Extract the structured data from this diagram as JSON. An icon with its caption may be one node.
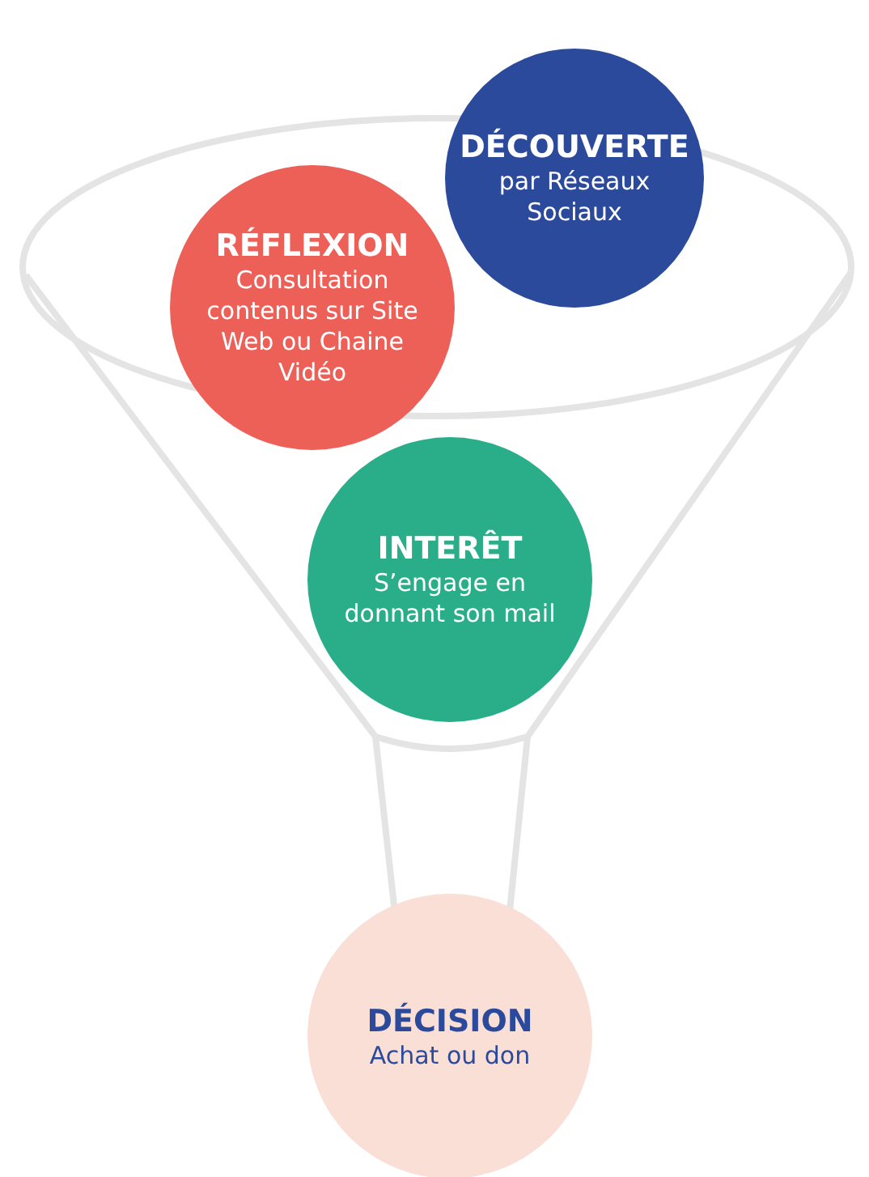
{
  "diagram": {
    "nodes": [
      {
        "text": [
          "DÉCOUVERTE",
          "par Réseaux Sociaux"
        ]
      },
      {
        "text": [
          "RÉFLEXION",
          "Consultation contenus sur Site Web ou Chaine Vidéo"
        ]
      },
      {
        "text": [
          "INTERÊT",
          "S’engage en donnant son mail"
        ]
      },
      {
        "text": [
          "DÉCISION",
          "Achat ou don"
        ]
      }
    ]
  }
}
